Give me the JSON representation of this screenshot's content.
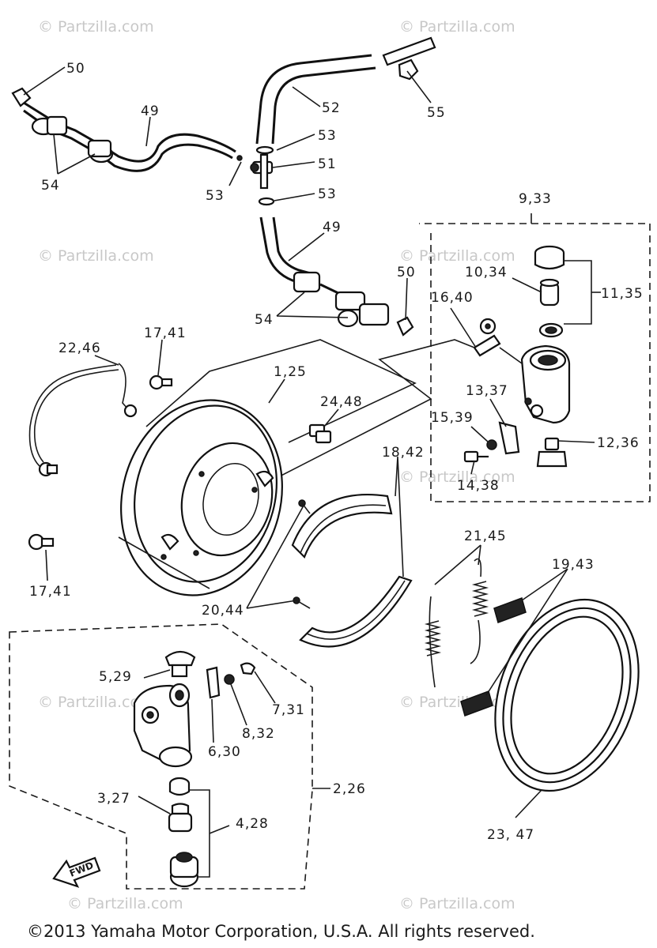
{
  "watermark": "© Partzilla.com",
  "copyright": "©2013 Yamaha Motor Corporation, U.S.A. All rights reserved.",
  "fwd_label": "FWD",
  "callouts": {
    "c50a": "50",
    "c49a": "49",
    "c52": "52",
    "c55": "55",
    "c53a": "53",
    "c51": "51",
    "c53b": "53",
    "c53c": "53",
    "c54a": "54",
    "c49b": "49",
    "c50b": "50",
    "c54b": "54",
    "c9_33": "9,33",
    "c10_34": "10,34",
    "c11_35": "11,35",
    "c16_40": "16,40",
    "c13_37": "13,37",
    "c15_39": "15,39",
    "c12_36": "12,36",
    "c14_38": "14,38",
    "c17_41a": "17,41",
    "c22_46": "22,46",
    "c1_25": "1,25",
    "c24_48": "24,48",
    "c18_42": "18,42",
    "c17_41b": "17,41",
    "c21_45": "21,45",
    "c19_43": "19,43",
    "c20_44": "20,44",
    "c5_29": "5,29",
    "c7_31": "7,31",
    "c8_32": "8,32",
    "c6_30": "6,30",
    "c2_26": "2,26",
    "c3_27": "3,27",
    "c4_28": "4,28",
    "c23_47": "23, 47"
  }
}
